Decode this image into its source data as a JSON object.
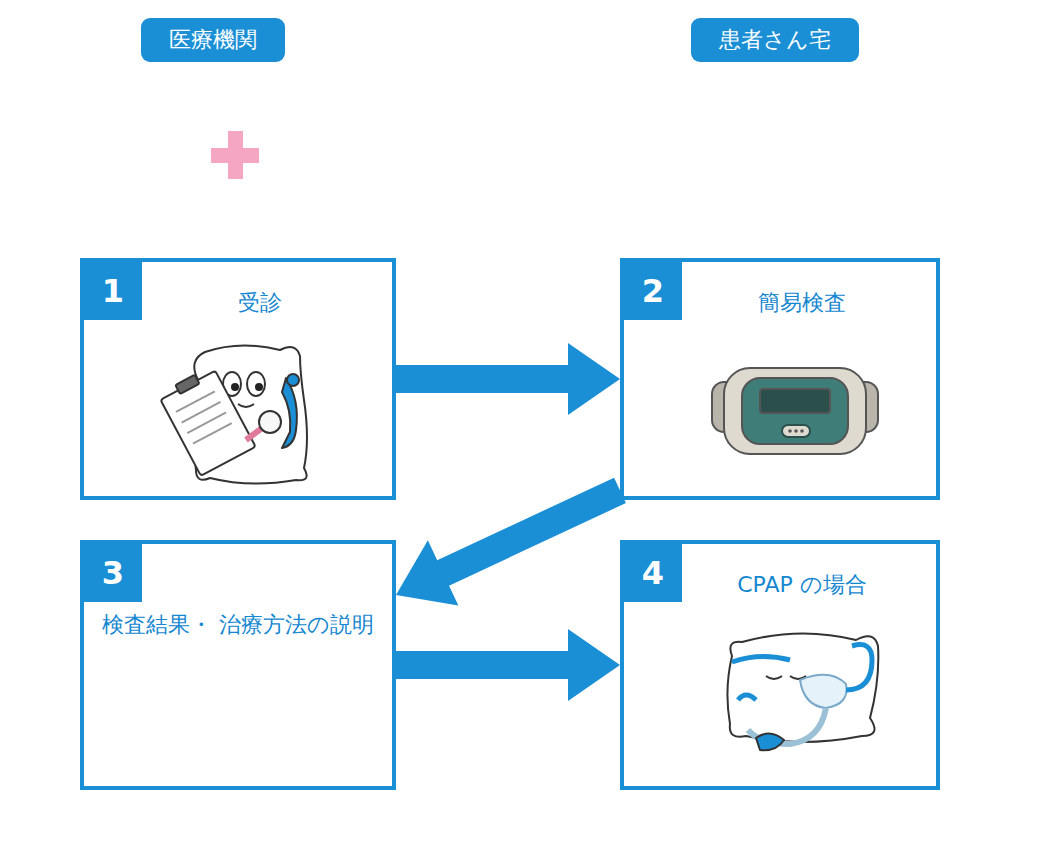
{
  "diagram": {
    "nodes": [
      {
        "text": [
          "医療機関"
        ]
      },
      {
        "text": [
          "1",
          "受診"
        ],
        "in": 0
      },
      {
        "text": [
          "3",
          "検査結果・ 治療方法の説明"
        ],
        "in": 0
      },
      {
        "text": [
          "患者さん宅"
        ]
      },
      {
        "text": [
          "2",
          "簡易検査"
        ],
        "in": 3
      },
      {
        "text": [
          "4",
          "CPAP の場合"
        ],
        "in": 3
      }
    ],
    "edges": [
      {
        "from": 1,
        "to": 4,
        "arrow": "to"
      },
      {
        "from": 4,
        "to": 2,
        "arrow": "to"
      },
      {
        "from": 2,
        "to": 5,
        "arrow": "to"
      }
    ]
  }
}
